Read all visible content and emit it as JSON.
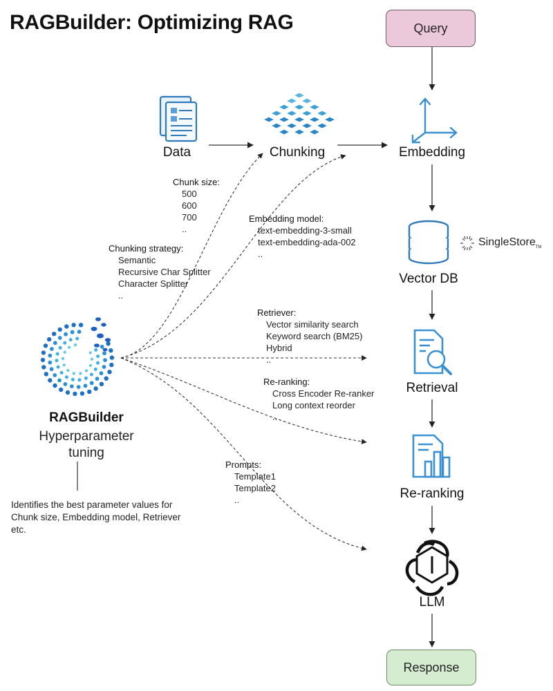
{
  "title": "RAGBuilder: Optimizing RAG",
  "pipeline": {
    "query": "Query",
    "embedding": "Embedding",
    "vector_db": "Vector DB",
    "singlestore": "SingleStore",
    "singlestore_tm": "TM",
    "retrieval": "Retrieval",
    "reranking": "Re-ranking",
    "llm": "LLM",
    "response": "Response"
  },
  "inputs": {
    "data": "Data",
    "chunking": "Chunking"
  },
  "rag_builder": {
    "title": "RAGBuilder",
    "subtitle": "Hyperparameter tuning",
    "description": "Identifies the best parameter values for Chunk size, Embedding model, Retriever etc."
  },
  "params": {
    "chunk_size": {
      "label": "Chunk size:",
      "values": [
        "500",
        "600",
        "700",
        ".."
      ]
    },
    "chunking_strategy": {
      "label": "Chunking strategy:",
      "values": [
        "Semantic",
        "Recursive Char Splitter",
        "Character Splitter",
        ".."
      ]
    },
    "embedding_model": {
      "label": "Embedding model:",
      "values": [
        "text-embedding-3-small",
        "text-embedding-ada-002",
        ".."
      ]
    },
    "retriever": {
      "label": "Retriever:",
      "values": [
        "Vector similarity search",
        "Keyword search (BM25)",
        "Hybrid",
        ".."
      ]
    },
    "reranking": {
      "label": "Re-ranking:",
      "values": [
        "Cross Encoder Re-ranker",
        "Long context reorder",
        ".."
      ]
    },
    "prompts": {
      "label": "Prompts:",
      "values": [
        "Template1",
        "Template2",
        ".."
      ]
    }
  },
  "colors": {
    "icon_blue": "#3a8fd1",
    "icon_teal": "#4ab7d8",
    "query_fill": "#ecc9da",
    "response_fill": "#d6ecd1",
    "arrow": "#222222"
  }
}
